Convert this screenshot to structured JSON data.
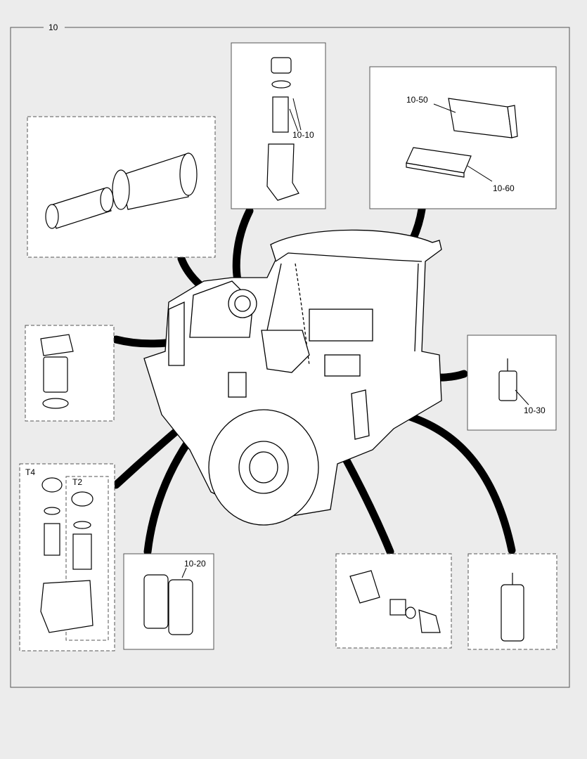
{
  "frame": {
    "title": "10"
  },
  "callouts": {
    "oil_filter": "10-10",
    "fuel_filter": "10-20",
    "hydraulic_filter": "10-30",
    "cab_air_filter": "10-50",
    "cab_recirc_filter": "10-60"
  },
  "variants": {
    "left": "T4",
    "right": "T2"
  },
  "colors": {
    "background": "#ececec",
    "line": "#000000",
    "panel": "#ffffff"
  }
}
